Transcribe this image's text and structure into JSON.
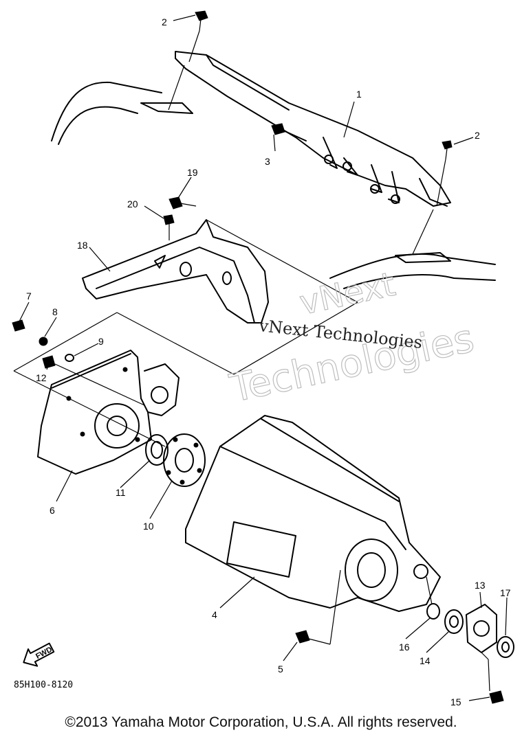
{
  "diagram": {
    "callouts": [
      "1",
      "2",
      "2",
      "3",
      "4",
      "5",
      "6",
      "7",
      "8",
      "9",
      "10",
      "11",
      "12",
      "13",
      "14",
      "15",
      "16",
      "17",
      "18",
      "19",
      "20"
    ],
    "fwd_label": "FWD",
    "diagram_code": "85H100-8120"
  },
  "watermark": {
    "large_line1": "vNext",
    "large_line2": "Technologies",
    "overlay_text": "vNext Technologies"
  },
  "footer": {
    "copyright": "©2013 Yamaha Motor Corporation, U.S.A. All rights reserved."
  }
}
